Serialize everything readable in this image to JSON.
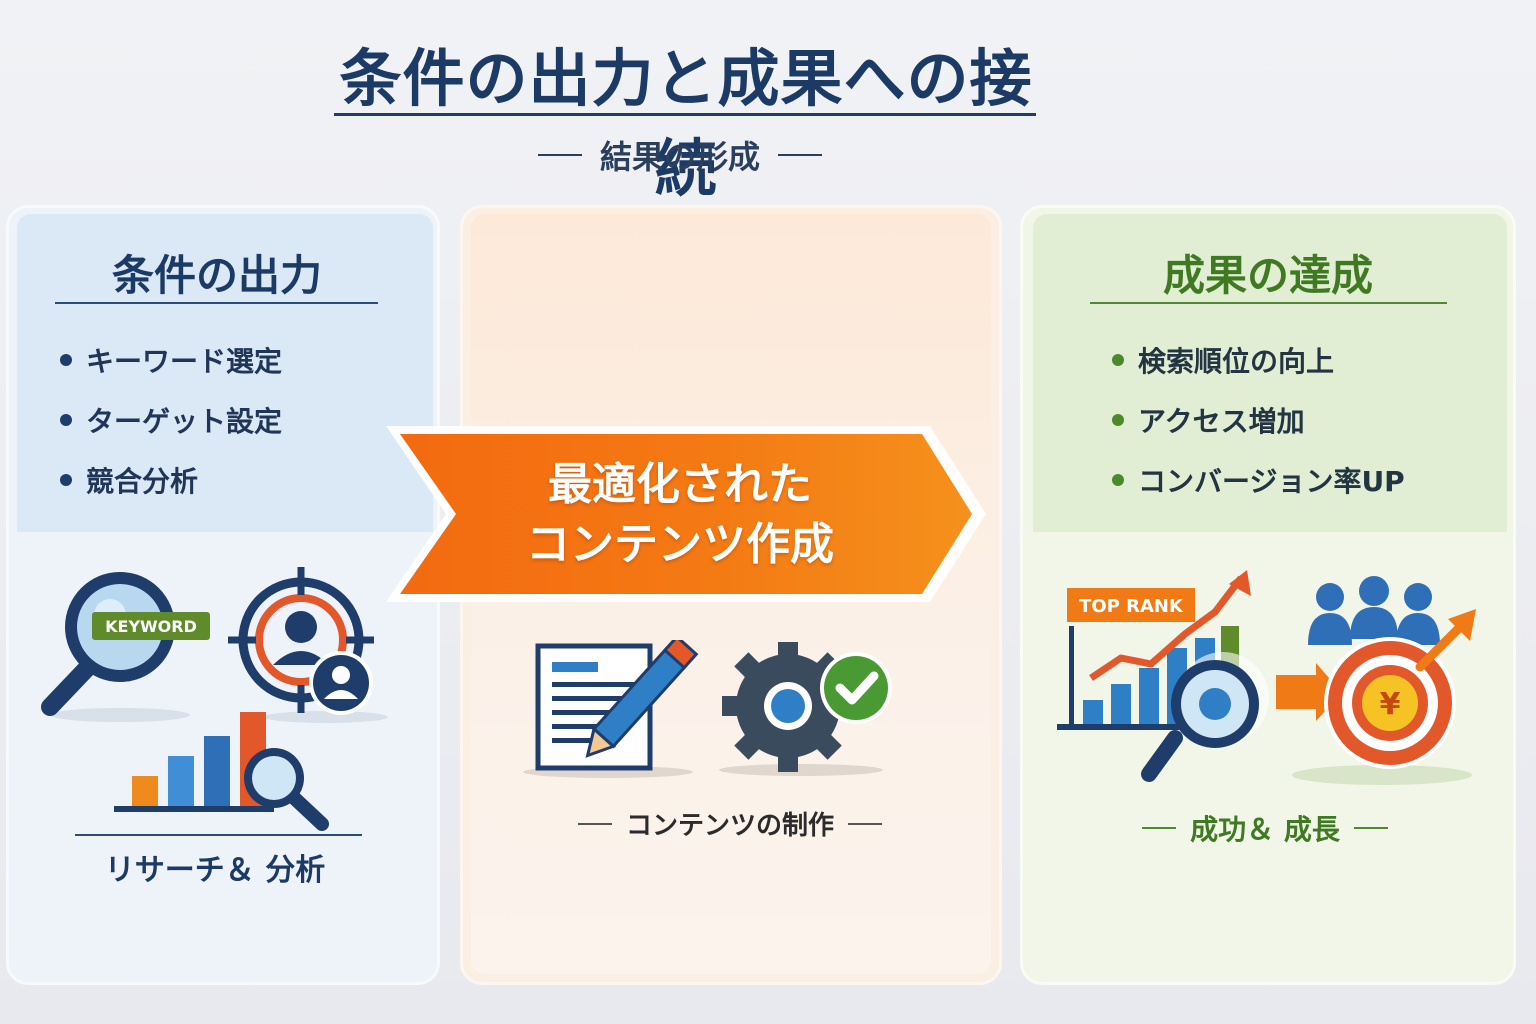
{
  "title": "条件の出力と成果への接続",
  "subtitle": "結果の形成",
  "left": {
    "heading": "条件の出力",
    "items": [
      "キーワード選定",
      "ターゲット設定",
      "競合分析"
    ],
    "keyword_tag": "KEYWORD",
    "footer": "リサーチ＆ 分析"
  },
  "center": {
    "arrow_line1": "最適化された",
    "arrow_line2": "コンテンツ作成",
    "footer": "コンテンツの制作"
  },
  "right": {
    "heading": "成果の達成",
    "items": [
      "検索順位の向上",
      "アクセス増加",
      "コンバージョン率UP"
    ],
    "rank_tag": "TOP RANK",
    "coin_symbol": "¥",
    "footer": "成功＆ 成長"
  },
  "colors": {
    "navy": "#1c3a66",
    "orange": "#f26b0f",
    "green": "#3f7a22",
    "blue": "#2f7fc6"
  },
  "icons": [
    "magnifier-keyword-icon",
    "target-user-icon",
    "bar-chart-search-icon",
    "document-pencil-icon",
    "gear-check-icon",
    "rank-chart-icon",
    "users-target-yen-icon"
  ]
}
